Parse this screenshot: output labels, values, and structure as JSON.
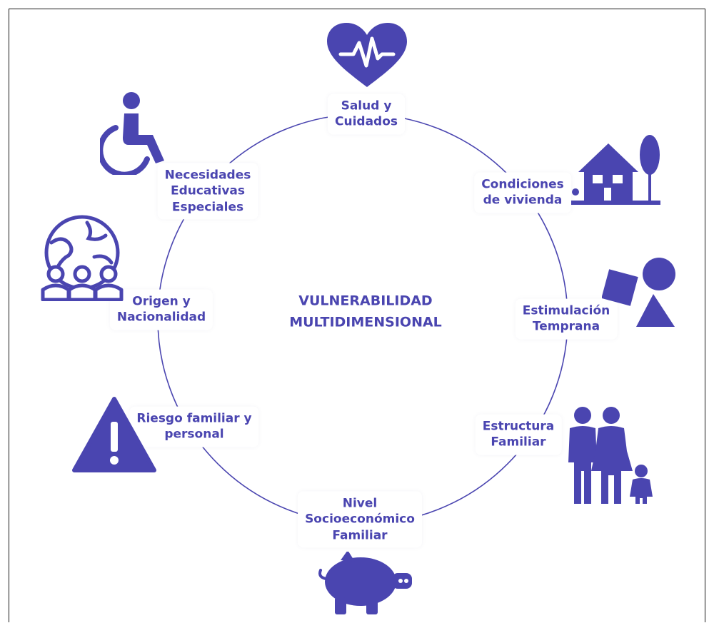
{
  "accent_color": "#4a45b0",
  "center": {
    "title": "VULNERABILIDAD\nMULTIDIMENSIONAL"
  },
  "dimensions": [
    {
      "label": "Salud y\nCuidados",
      "icon": "heart-pulse-icon"
    },
    {
      "label": "Condiciones\nde vivienda",
      "icon": "house-tree-icon"
    },
    {
      "label": "Estimulación\nTemprana",
      "icon": "shapes-icon"
    },
    {
      "label": "Estructura\nFamiliar",
      "icon": "family-icon"
    },
    {
      "label": "Nivel\nSocioeconómico\nFamiliar",
      "icon": "piggy-bank-icon"
    },
    {
      "label": "Riesgo familiar y\npersonal",
      "icon": "warning-icon"
    },
    {
      "label": "Origen y\nNacionalidad",
      "icon": "globe-people-icon"
    },
    {
      "label": "Necesidades\nEducativas\nEspeciales",
      "icon": "wheelchair-icon"
    }
  ]
}
